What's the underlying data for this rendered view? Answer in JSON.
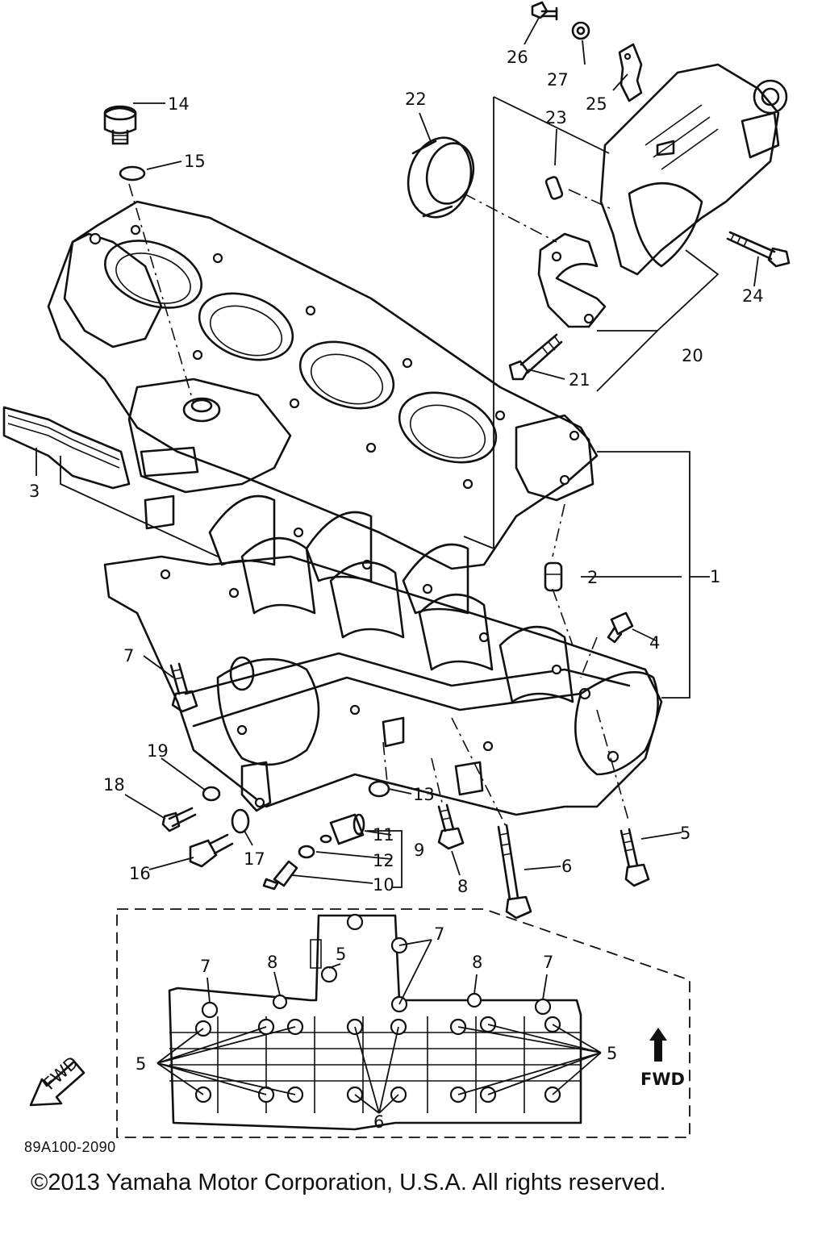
{
  "diagram_code": "89A100-2090",
  "copyright": "©2013 Yamaha Motor Corporation, U.S.A. All rights reserved.",
  "fwd_label": "FWD",
  "fwd_arrow_text": "FWD",
  "part_labels": {
    "p1": "1",
    "p2": "2",
    "p3": "3",
    "p4": "4",
    "p5": "5",
    "p6": "6",
    "p7": "7",
    "p8": "8",
    "p9": "9",
    "p10": "10",
    "p11": "11",
    "p12": "12",
    "p13": "13",
    "p14": "14",
    "p15": "15",
    "p16": "16",
    "p17": "17",
    "p18": "18",
    "p19": "19",
    "p20": "20",
    "p21": "21",
    "p22": "22",
    "p23": "23",
    "p24": "24",
    "p25": "25",
    "p26": "26",
    "p27": "27"
  },
  "detail_labels": {
    "d7a": "7",
    "d8a": "8",
    "d5a": "5",
    "d7b": "7",
    "d8b": "8",
    "d7c": "7",
    "d5left": "5",
    "d5right": "5",
    "d6": "6"
  }
}
